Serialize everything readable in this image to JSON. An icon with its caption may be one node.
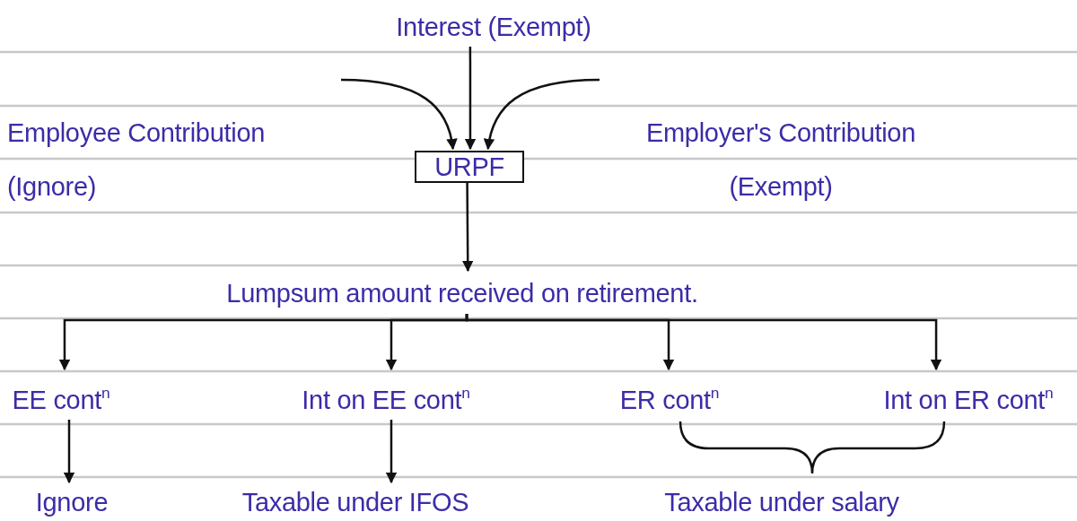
{
  "diagram": {
    "nodes": [
      {
        "text": [
          "Interest (Exempt)"
        ]
      },
      {
        "text": [
          "Employee Contribution",
          "(Ignore)"
        ]
      },
      {
        "text": [
          "URPF"
        ]
      },
      {
        "text": [
          "Employer's Contribution",
          "(Exempt)"
        ]
      },
      {
        "text": [
          "Lumpsum amount received on retirement."
        ]
      },
      {
        "text": [
          "EE cont$^{n}$"
        ]
      },
      {
        "text": [
          "Int on EE cont$^{n}$"
        ]
      },
      {
        "text": [
          "ER cont$^{n}$"
        ]
      },
      {
        "text": [
          "Int on ER cont$^{n}$"
        ]
      },
      {
        "text": [
          "Ignore"
        ]
      },
      {
        "text": [
          "Taxable under IFOS"
        ]
      },
      {
        "text": [
          "Taxable under salary"
        ]
      }
    ],
    "edges": [
      {
        "from": 0,
        "to": 2,
        "arrow": "to"
      },
      {
        "from": null,
        "to": 2,
        "arrow": "to"
      },
      {
        "from": null,
        "to": 2,
        "arrow": "to"
      },
      {
        "from": 2,
        "to": 4,
        "arrow": "to"
      },
      {
        "from": 4,
        "to": 5,
        "arrow": "to"
      },
      {
        "from": 4,
        "to": 6,
        "arrow": "to"
      },
      {
        "from": 4,
        "to": 7,
        "arrow": "to"
      },
      {
        "from": 4,
        "to": 8,
        "arrow": "to"
      },
      {
        "from": 5,
        "to": 9,
        "arrow": "to"
      },
      {
        "from": 6,
        "to": 10,
        "arrow": "to"
      }
    ]
  }
}
